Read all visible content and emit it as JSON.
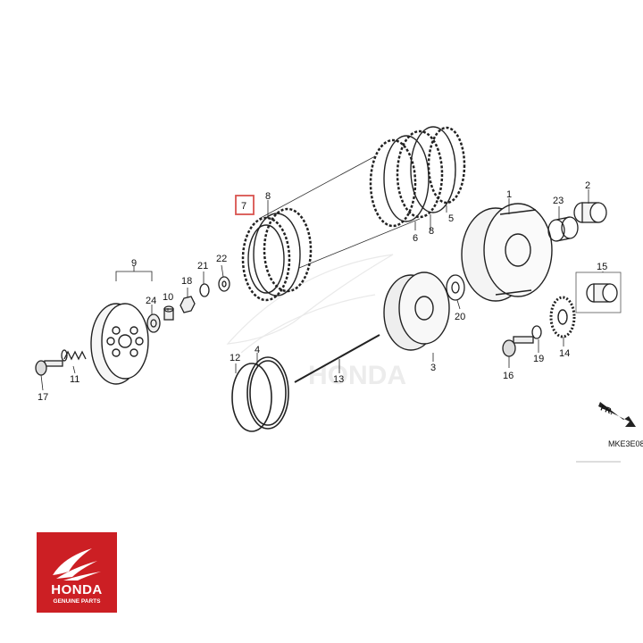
{
  "diagram": {
    "highlight_color": "#d9534f",
    "highlighted_part": "7",
    "callouts": [
      {
        "id": "1",
        "label": "1"
      },
      {
        "id": "2",
        "label": "2"
      },
      {
        "id": "3",
        "label": "3"
      },
      {
        "id": "4",
        "label": "4"
      },
      {
        "id": "5",
        "label": "5"
      },
      {
        "id": "6",
        "label": "6"
      },
      {
        "id": "7",
        "label": "7"
      },
      {
        "id": "8a",
        "label": "8"
      },
      {
        "id": "8b",
        "label": "8"
      },
      {
        "id": "9",
        "label": "9"
      },
      {
        "id": "10",
        "label": "10"
      },
      {
        "id": "11",
        "label": "11"
      },
      {
        "id": "12",
        "label": "12"
      },
      {
        "id": "13",
        "label": "13"
      },
      {
        "id": "14",
        "label": "14"
      },
      {
        "id": "15",
        "label": "15"
      },
      {
        "id": "16",
        "label": "16"
      },
      {
        "id": "17",
        "label": "17"
      },
      {
        "id": "18",
        "label": "18"
      },
      {
        "id": "19",
        "label": "19"
      },
      {
        "id": "20",
        "label": "20"
      },
      {
        "id": "21",
        "label": "21"
      },
      {
        "id": "22",
        "label": "22"
      },
      {
        "id": "23",
        "label": "23"
      },
      {
        "id": "24",
        "label": "24"
      }
    ],
    "direction_label": "FR.",
    "diagram_code": "MKE3E08",
    "watermark_text": "HONDA"
  },
  "brand": {
    "name": "HONDA",
    "tagline": "GENUINE PARTS",
    "color": "#cc1f24"
  }
}
